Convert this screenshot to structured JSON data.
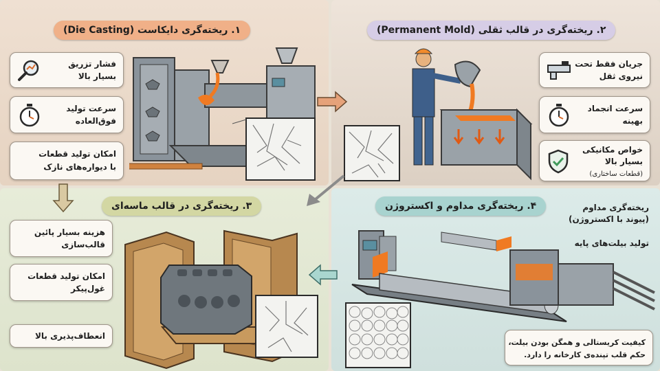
{
  "panel1": {
    "title": "۱. ریخته‌گری دایکاست  (Die Casting)",
    "features": [
      {
        "line1": "فشار تزریق",
        "line2": "بسیار بالا",
        "icon": "magnifier-icon"
      },
      {
        "line1": "سرعت تولید",
        "line2": "فوق‌العاده",
        "icon": "stopwatch-icon"
      },
      {
        "line1": "امکان تولید قطعات",
        "line2": "با دیواره‌های نازک",
        "icon": ""
      }
    ]
  },
  "panel2": {
    "title": "۲. ریخته‌گری در قالب ثقلی (Permanent Mold)",
    "features": [
      {
        "line1": "جریان فقط تحت",
        "line2": "نیروی ثقل",
        "icon": "caliper-icon"
      },
      {
        "line1": "سرعت انجماد",
        "line2": "بهینه",
        "icon": "stopwatch-icon"
      },
      {
        "line1": "خواص مکانیکی",
        "line2": "بسیار بالا",
        "line3": "(قطعات ساختاری)",
        "icon": "shield-check-icon"
      }
    ]
  },
  "panel3": {
    "title": "۳. ریخته‌گری در قالب ماسه‌ای",
    "features": [
      {
        "line1": "هزینه بسیار پائین",
        "line2": "قالب‌سازی"
      },
      {
        "line1": "امکان تولید قطعات",
        "line2": "غول‌پیکر"
      },
      {
        "line1": "انعطاف‌پذیری بالا",
        "line2": ""
      }
    ]
  },
  "panel4": {
    "title": "۴. ریخته‌گری مداوم و اکستروژن",
    "note1_line1": "ریخته‌گری مداوم",
    "note1_line2": "(پیوند با اکستروژن)",
    "note2": "تولید بیلت‌های پایه",
    "caption_line1": "کیفیت کریستالی و همگن بودن بیلت،",
    "caption_line2": "حکم قلب تپنده‌ی کارخانه را دارد."
  },
  "colors": {
    "orange_pill": "#f0b088",
    "lilac_pill": "#d6cde6",
    "olive_pill": "#d3d7a3",
    "teal_pill": "#a8d3cf",
    "molten": "#f07a22",
    "steel": "#8a939b"
  }
}
